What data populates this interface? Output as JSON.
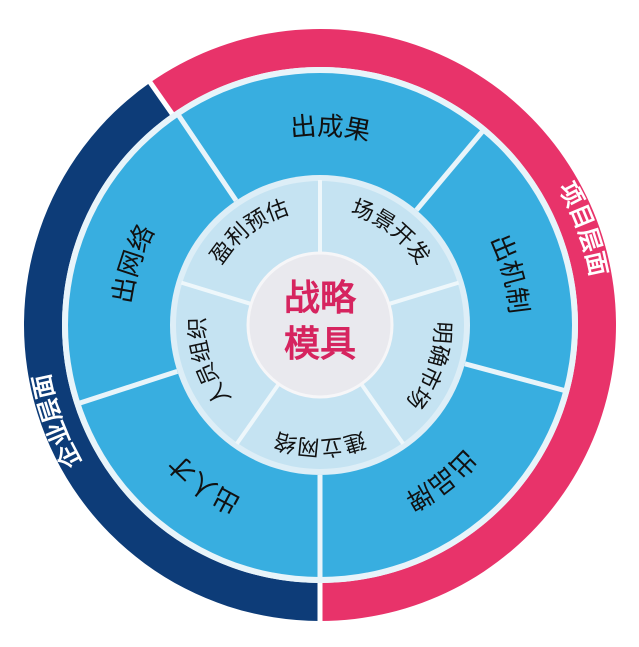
{
  "center": {
    "line1": "战略",
    "line2": "模具"
  },
  "outer_ring": [
    {
      "label": "项目层面",
      "color": "#e8336a"
    },
    {
      "label": "企业层面",
      "color": "#0d3c78"
    }
  ],
  "middle_ring": [
    "出成果",
    "出机制",
    "出品牌",
    "出人才",
    "出网络"
  ],
  "inner_ring": [
    "盈利预估",
    "场景开发",
    "明确市场",
    "建立网络",
    "人员组织"
  ],
  "colors": {
    "middle": "#38aee0",
    "inner": "#c5e3f2",
    "center": "#e9e9ee",
    "center_text": "#d6245f",
    "divider": "#e8f4fa"
  }
}
